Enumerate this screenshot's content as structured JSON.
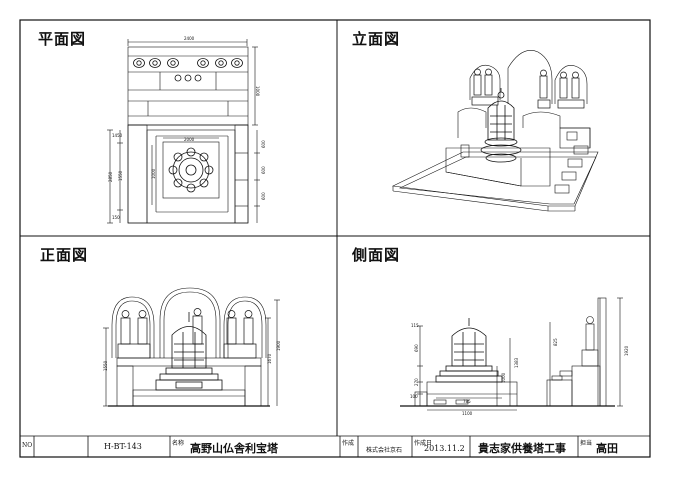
{
  "panels": {
    "plan": "平面図",
    "elevation": "立面図",
    "front": "正面図",
    "side": "側面図"
  },
  "dimensions": {
    "plan_width": "2400",
    "plan_depth_upper": "1000",
    "plan_inner": "2000",
    "plan_inner_depth": "1000",
    "plan_left_total": "2850",
    "plan_left_a": "1450",
    "plan_left_b": "1550",
    "plan_left_c": "150",
    "plan_right_a": "600",
    "plan_right_b": "600",
    "plan_right_c": "600",
    "front_h1": "1550",
    "front_h2": "1670",
    "front_h3": "1900",
    "side_115": "115",
    "side_690": "690",
    "side_270": "270",
    "side_100": "100",
    "side_785": "785",
    "side_1100": "1100",
    "side_1000": "1000",
    "side_1383": "1383",
    "side_825": "825",
    "side_1920": "1920"
  },
  "title_block": {
    "no_label": "NO",
    "drawing_no": "H-BT-143",
    "name_label": "名称",
    "name": "高野山仏舎利宝塔",
    "maker_label": "作成",
    "maker": "株式会社京石",
    "date_label": "作成日",
    "date": "2013.11.2",
    "project": "貴志家供養塔工事",
    "person_label": "担当",
    "person": "高田"
  }
}
